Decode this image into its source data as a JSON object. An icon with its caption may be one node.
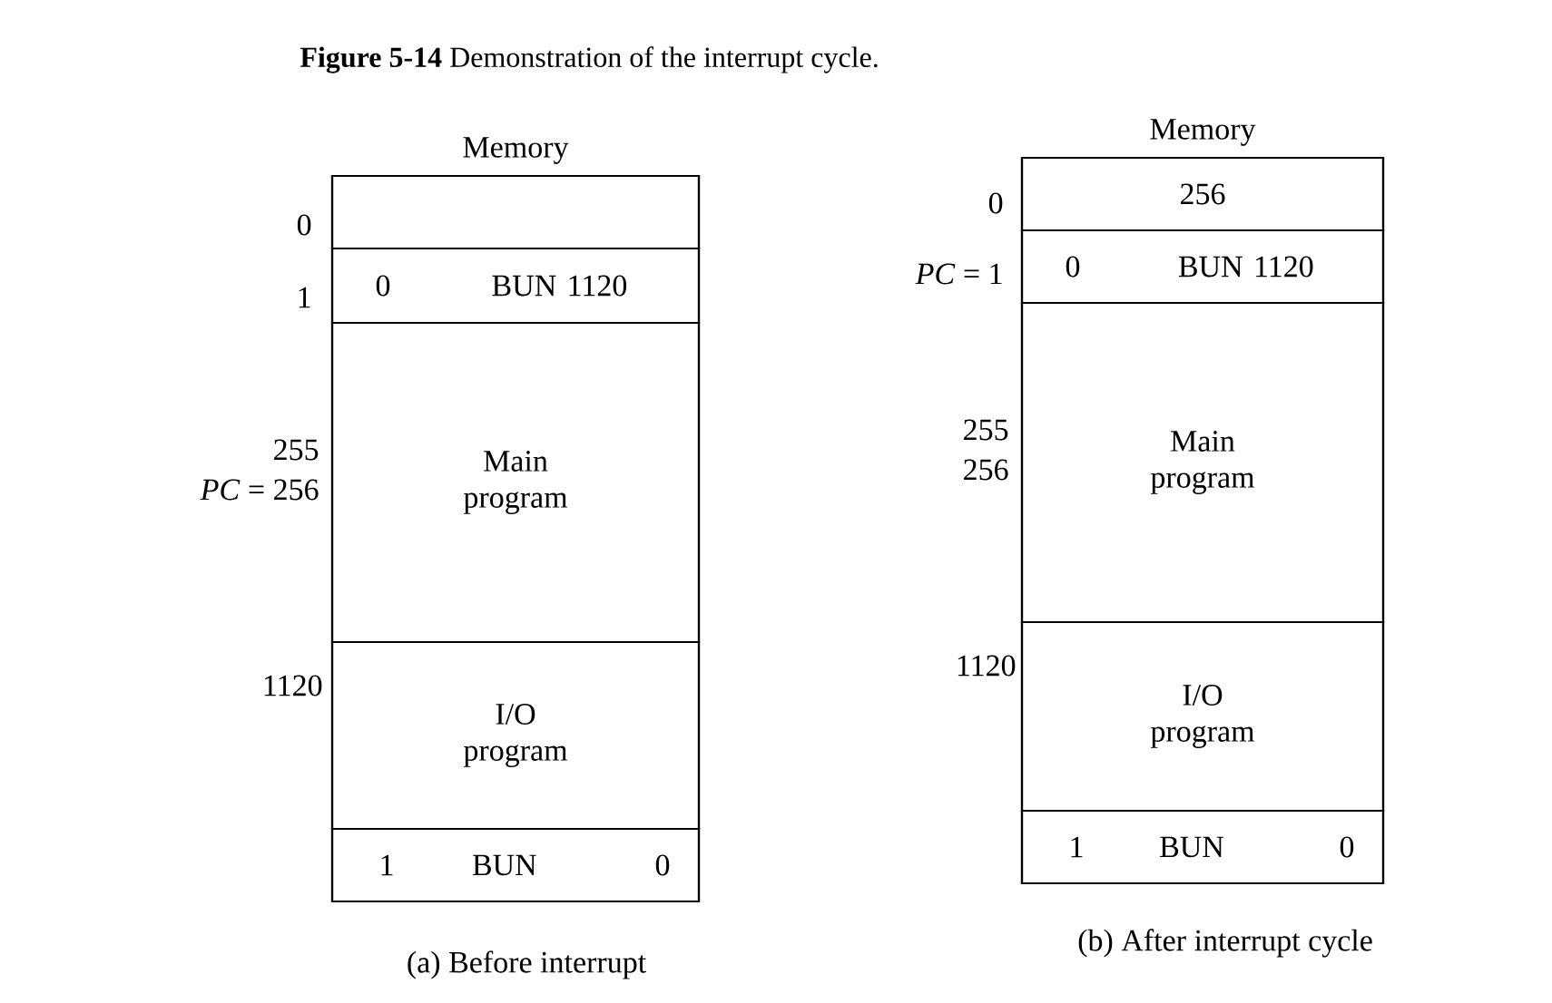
{
  "diagram": {
    "title": "**Figure 5-14** Demonstration of the interrupt cycle.",
    "nodes": [
      {
        "text": [
          "Memory"
        ],
        "beside": [
          "(a) Before interrupt"
        ]
      },
      {
        "text": [],
        "shape": "box",
        "in": 0
      },
      {
        "text": [
          "0",
          "BUN 1120"
        ],
        "in": 0
      },
      {
        "text": [
          "Main program"
        ],
        "in": 0
      },
      {
        "text": [
          "I/O program"
        ],
        "in": 0
      },
      {
        "text": [
          "1",
          "BUN",
          "0"
        ],
        "in": 0
      },
      {
        "text": [
          "Memory"
        ],
        "beside": [
          "(b) After interrupt cycle"
        ]
      },
      {
        "text": [
          "256"
        ],
        "in": 6
      },
      {
        "text": [
          "0",
          "BUN 1120"
        ],
        "in": 6
      },
      {
        "text": [
          "Main program"
        ],
        "in": 6
      },
      {
        "text": [
          "I/O program"
        ],
        "in": 6
      },
      {
        "text": [
          "1",
          "BUN",
          "0"
        ],
        "in": 6
      }
    ],
    "labels": [
      "0",
      "1",
      "255",
      "*PC* = 256",
      "1120",
      "0",
      "*PC* = 1",
      "255",
      "256",
      "1120"
    ]
  }
}
